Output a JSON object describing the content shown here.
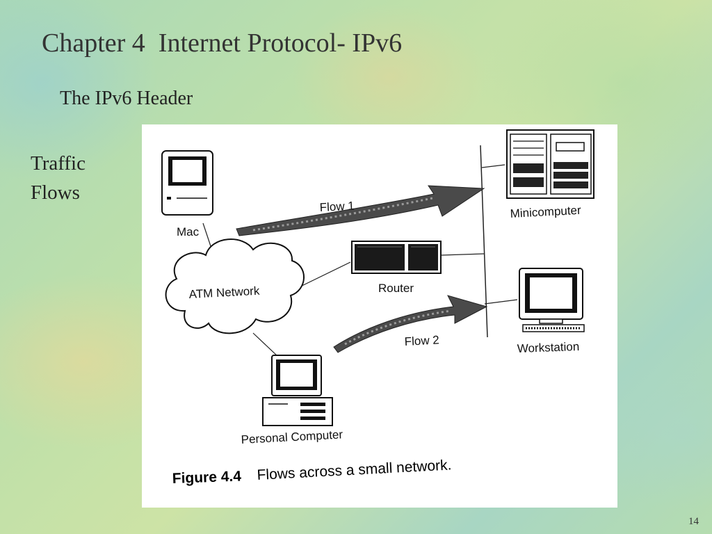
{
  "slide": {
    "title": "Chapter 4  Internet Protocol- IPv6",
    "subtitle": "The IPv6 Header",
    "side_label_lines": [
      "Traffic",
      "Flows"
    ],
    "page_number": "14"
  },
  "figure": {
    "nodes": {
      "mac": "Mac",
      "atm_network": "ATM Network",
      "router": "Router",
      "minicomputer": "Minicomputer",
      "workstation": "Workstation",
      "personal_computer": "Personal Computer"
    },
    "flows": {
      "flow1": "Flow 1",
      "flow2": "Flow 2"
    },
    "caption_label": "Figure 4.4",
    "caption_text": "Flows across a small network."
  }
}
